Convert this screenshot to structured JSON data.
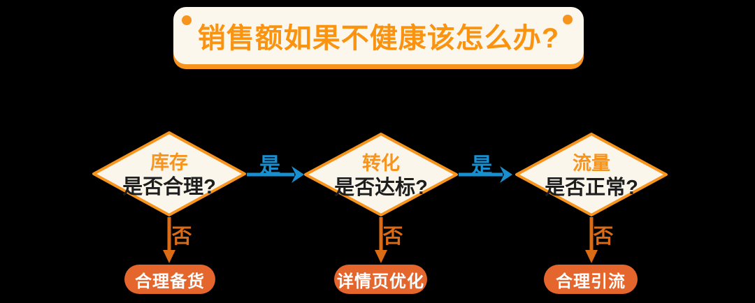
{
  "title": {
    "text": "销售额如果不健康该怎么办?"
  },
  "flow": {
    "decisions": [
      {
        "topic": "库存",
        "question": "是否合理?"
      },
      {
        "topic": "转化",
        "question": "是否达标?"
      },
      {
        "topic": "流量",
        "question": "是否正常?"
      }
    ],
    "labels": {
      "yes": "是",
      "no": "否"
    },
    "actions": [
      {
        "label": "合理备货"
      },
      {
        "label": "详情页优化"
      },
      {
        "label": "合理引流"
      }
    ]
  },
  "colors": {
    "background": "#000000",
    "banner_fill": "#FCF7ED",
    "accent_orange": "#F7941E",
    "title_orange": "#FA9410",
    "deep_orange": "#DC6B15",
    "pill_orange": "#E4662C",
    "yes_blue": "#1890CF",
    "dark_text": "#1E1E1E",
    "diamond_fill": "#FBF6EB"
  }
}
